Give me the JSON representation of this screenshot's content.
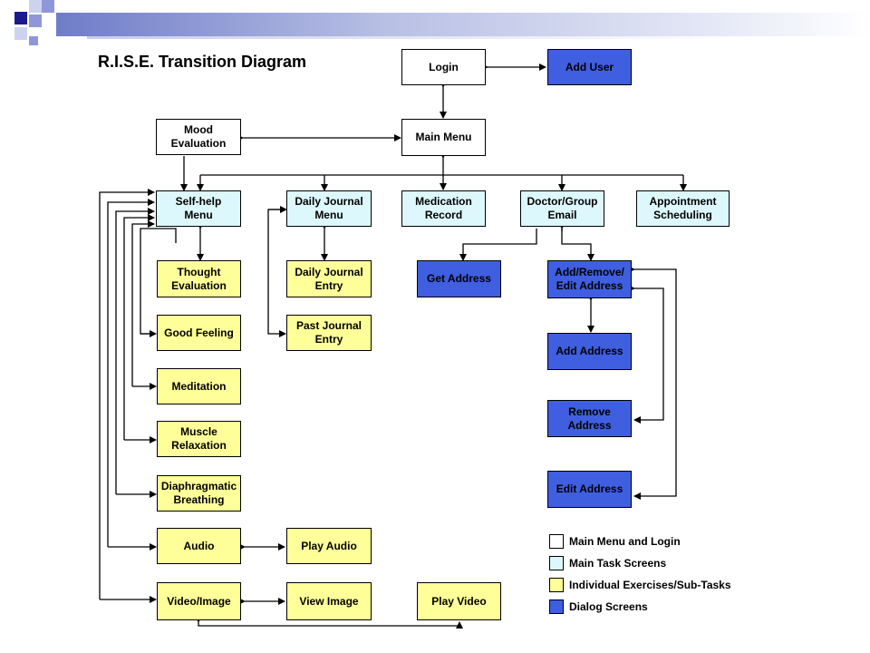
{
  "title": "R.I.S.E. Transition Diagram",
  "colors": {
    "main": "#ffffff",
    "task": "#ddf8fc",
    "exercise": "#ffff99",
    "dialog": "#3f5ee0",
    "deco_dark": "#1a1a8c",
    "deco_mid": "#8f98d6",
    "deco_light": "#cdd3ee"
  },
  "nodes": {
    "login": "Login",
    "add_user": "Add User",
    "mood_evaluation": "Mood\nEvaluation",
    "main_menu": "Main Menu",
    "self_help_menu": "Self-help\nMenu",
    "daily_journal_menu": "Daily Journal\nMenu",
    "medication_record": "Medication\nRecord",
    "doctor_group_email": "Doctor/Group\nEmail",
    "appointment_scheduling": "Appointment\nScheduling",
    "thought_evaluation": "Thought\nEvaluation",
    "good_feeling": "Good Feeling",
    "meditation": "Meditation",
    "muscle_relaxation": "Muscle\nRelaxation",
    "diaphragmatic_breathing": "Diaphragmatic\nBreathing",
    "audio": "Audio",
    "video_image": "Video/Image",
    "daily_journal_entry": "Daily Journal\nEntry",
    "past_journal_entry": "Past Journal\nEntry",
    "play_audio": "Play Audio",
    "view_image": "View Image",
    "play_video": "Play Video",
    "get_address": "Get Address",
    "add_remove_edit_address": "Add/Remove/\nEdit Address",
    "add_address": "Add Address",
    "remove_address": "Remove\nAddress",
    "edit_address": "Edit Address"
  },
  "legend": [
    {
      "label": "Main Menu and Login",
      "color": "#ffffff"
    },
    {
      "label": "Main Task Screens",
      "color": "#ddf8fc"
    },
    {
      "label": "Individual Exercises/Sub-Tasks",
      "color": "#ffff99"
    },
    {
      "label": "Dialog Screens",
      "color": "#3f5ee0"
    }
  ]
}
